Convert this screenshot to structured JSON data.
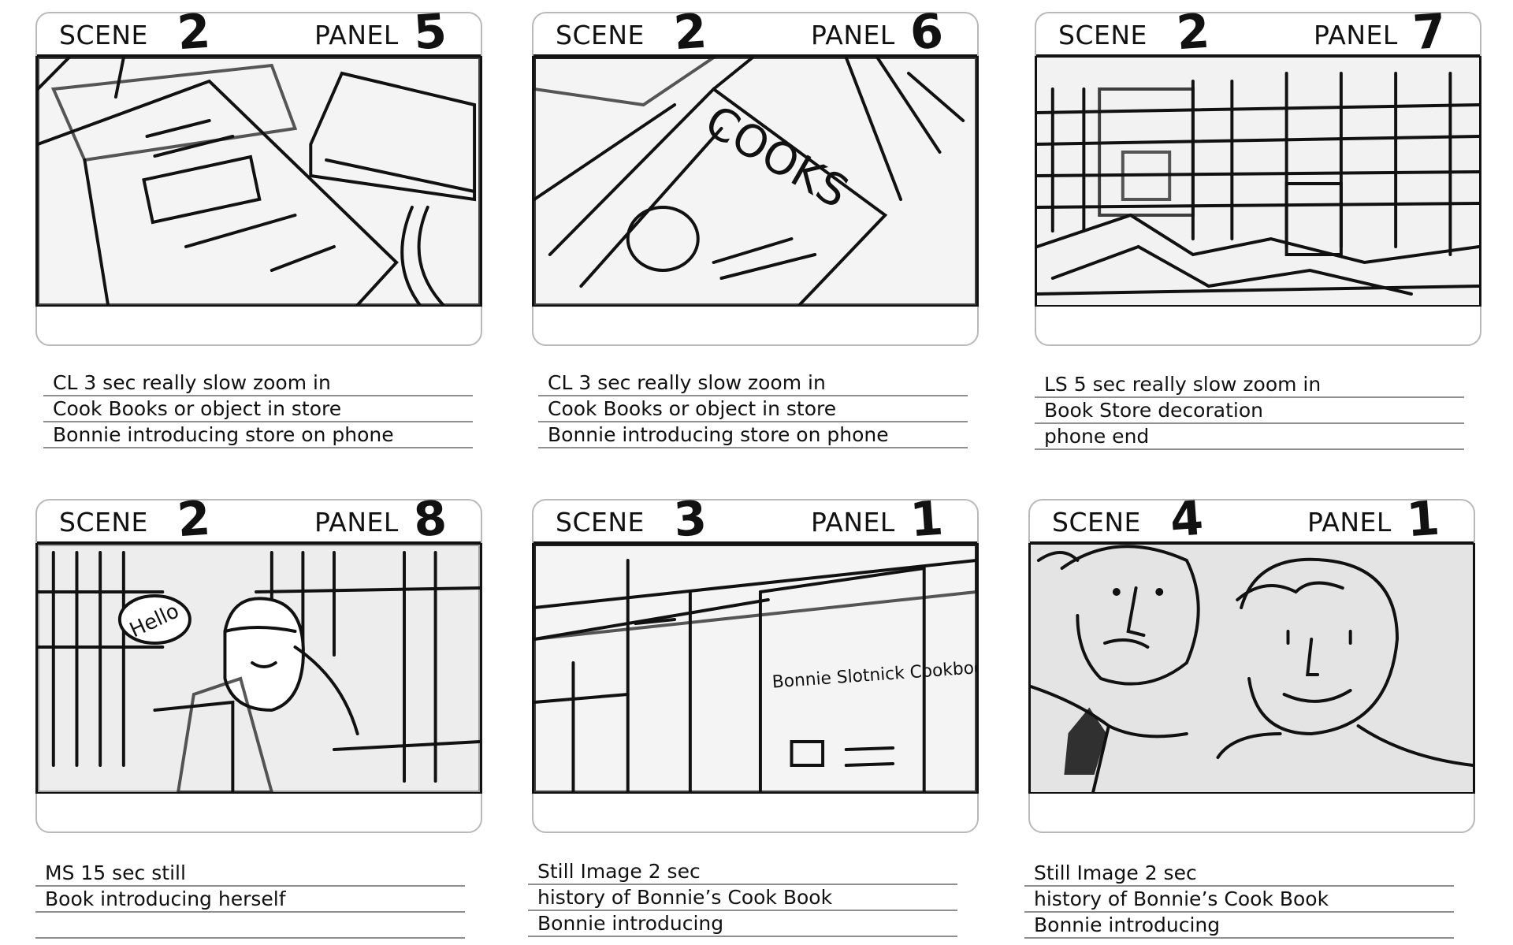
{
  "panels": [
    {
      "scene": "SCENE",
      "scene_number": "2",
      "panel": "PANEL",
      "panel_number": "5",
      "notes": [
        "CL  3 sec  really slow zoom in",
        "Cook Books or object in store",
        "Bonnie introducing store on phone"
      ]
    },
    {
      "scene": "SCENE",
      "scene_number": "2",
      "panel": "PANEL",
      "panel_number": "6",
      "sketch_text": "COOKS",
      "notes": [
        "CL  3 sec  really slow zoom in",
        "Cook Books or object in store",
        "Bonnie introducing store on phone"
      ]
    },
    {
      "scene": "SCENE",
      "scene_number": "2",
      "panel": "PANEL",
      "panel_number": "7",
      "notes": [
        "LS  5 sec  really slow zoom in",
        "Book Store decoration",
        "phone end"
      ]
    },
    {
      "scene": "SCENE",
      "scene_number": "2",
      "panel": "PANEL",
      "panel_number": "8",
      "sketch_text": "Hello",
      "notes": [
        "MS 15 sec  still",
        "Book introducing herself",
        ""
      ]
    },
    {
      "scene": "SCENE",
      "scene_number": "3",
      "panel": "PANEL",
      "panel_number": "1",
      "sketch_text": "Bonnie Slotnick Cookbooks",
      "notes": [
        "Still Image 2 sec",
        "history of Bonnie’s Cook Book",
        "Bonnie introducing"
      ]
    },
    {
      "scene": "SCENE",
      "scene_number": "4",
      "panel": "PANEL",
      "panel_number": "1",
      "notes": [
        "Still Image 2 sec",
        "history of Bonnie’s Cook Book",
        "Bonnie introducing"
      ]
    }
  ]
}
